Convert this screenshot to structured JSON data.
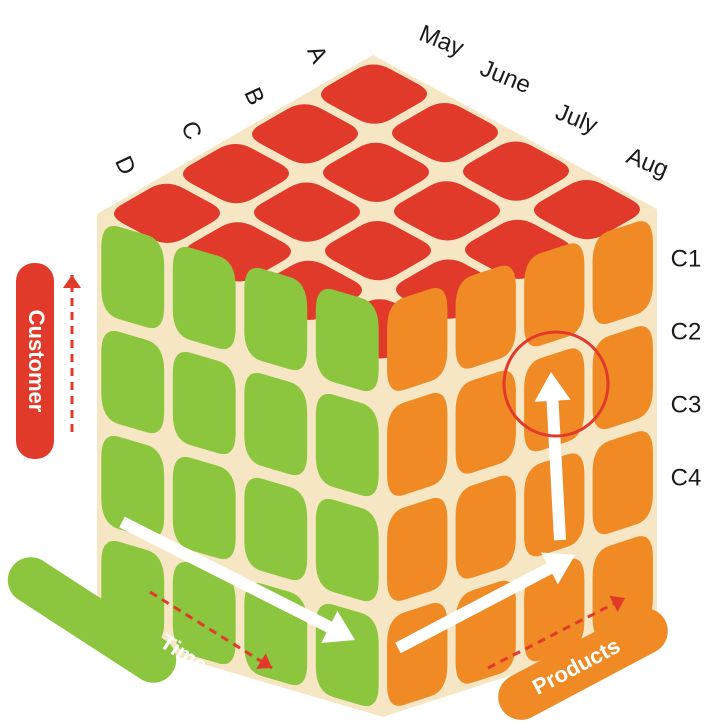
{
  "cube": {
    "dimensions": 4,
    "top_color": "#e23a2a",
    "left_color": "#8cc63e",
    "right_color": "#ef8a24",
    "grid_color": "#f7e6c4"
  },
  "top_labels": [
    "A",
    "B",
    "C",
    "D"
  ],
  "month_labels": [
    "May",
    "June",
    "July",
    "Aug"
  ],
  "row_labels": [
    "C1",
    "C2",
    "C3",
    "C4"
  ],
  "axes": {
    "customer": {
      "label": "Customer",
      "color": "#e23a2a"
    },
    "time": {
      "label": "Time",
      "color": "#8cc63e"
    },
    "products": {
      "label": "Products",
      "color": "#ef8a24"
    }
  },
  "highlight": {
    "month": "July",
    "row": "C3",
    "color": "#e23a2a"
  }
}
